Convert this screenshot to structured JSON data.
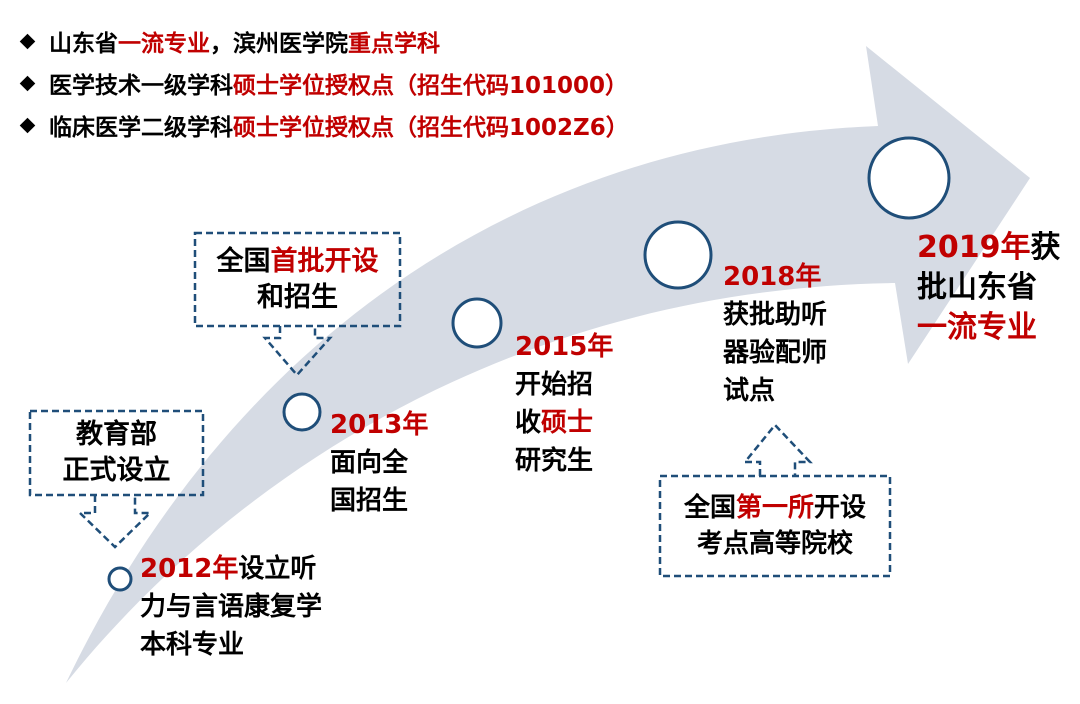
{
  "colors": {
    "arrow": "#d6dbe4",
    "circle_stroke": "#1f4e79",
    "box_stroke": "#1f4e79",
    "accent_red": "#c00000",
    "text": "#000000"
  },
  "bullets": [
    {
      "parts": [
        {
          "t": "山东省",
          "red": false
        },
        {
          "t": "一流专业",
          "red": true
        },
        {
          "t": "，滨州医学院",
          "red": false
        },
        {
          "t": "重点学科",
          "red": true
        }
      ]
    },
    {
      "parts": [
        {
          "t": "医学技术一级学科",
          "red": false
        },
        {
          "t": "硕士学位授权点（招生代码101000）",
          "red": true
        }
      ]
    },
    {
      "parts": [
        {
          "t": "临床医学二级学科",
          "red": false
        },
        {
          "t": "硕士学位授权点（招生代码1002Z6）",
          "red": true
        }
      ]
    }
  ],
  "milestones": {
    "m2012": {
      "year": "2012年",
      "line1_rest": "设立听",
      "line2": "力与言语康复学",
      "line3": "本科专业"
    },
    "m2013": {
      "year": "2013年",
      "line2": "面向全",
      "line3": "国招生"
    },
    "m2015": {
      "year": "2015年",
      "line2": "开始招",
      "line3_pre": "收",
      "line3_red": "硕士",
      "line4": "研究生"
    },
    "m2018": {
      "year": "2018年",
      "line2": "获批助听",
      "line3": "器验配师",
      "line4": "试点"
    },
    "m2019": {
      "year": "2019年",
      "line1_rest": "获",
      "line2": "批山东省",
      "line3": "一流专业"
    }
  },
  "callouts": {
    "moe": {
      "line1": "教育部",
      "line2": "正式设立"
    },
    "first_batch": {
      "pre": "全国",
      "red": "首批开设",
      "line2": "和招生"
    },
    "first_site": {
      "pre": "全国",
      "red": "第一所",
      "post": "开设",
      "line2": "考点高等院校"
    }
  }
}
